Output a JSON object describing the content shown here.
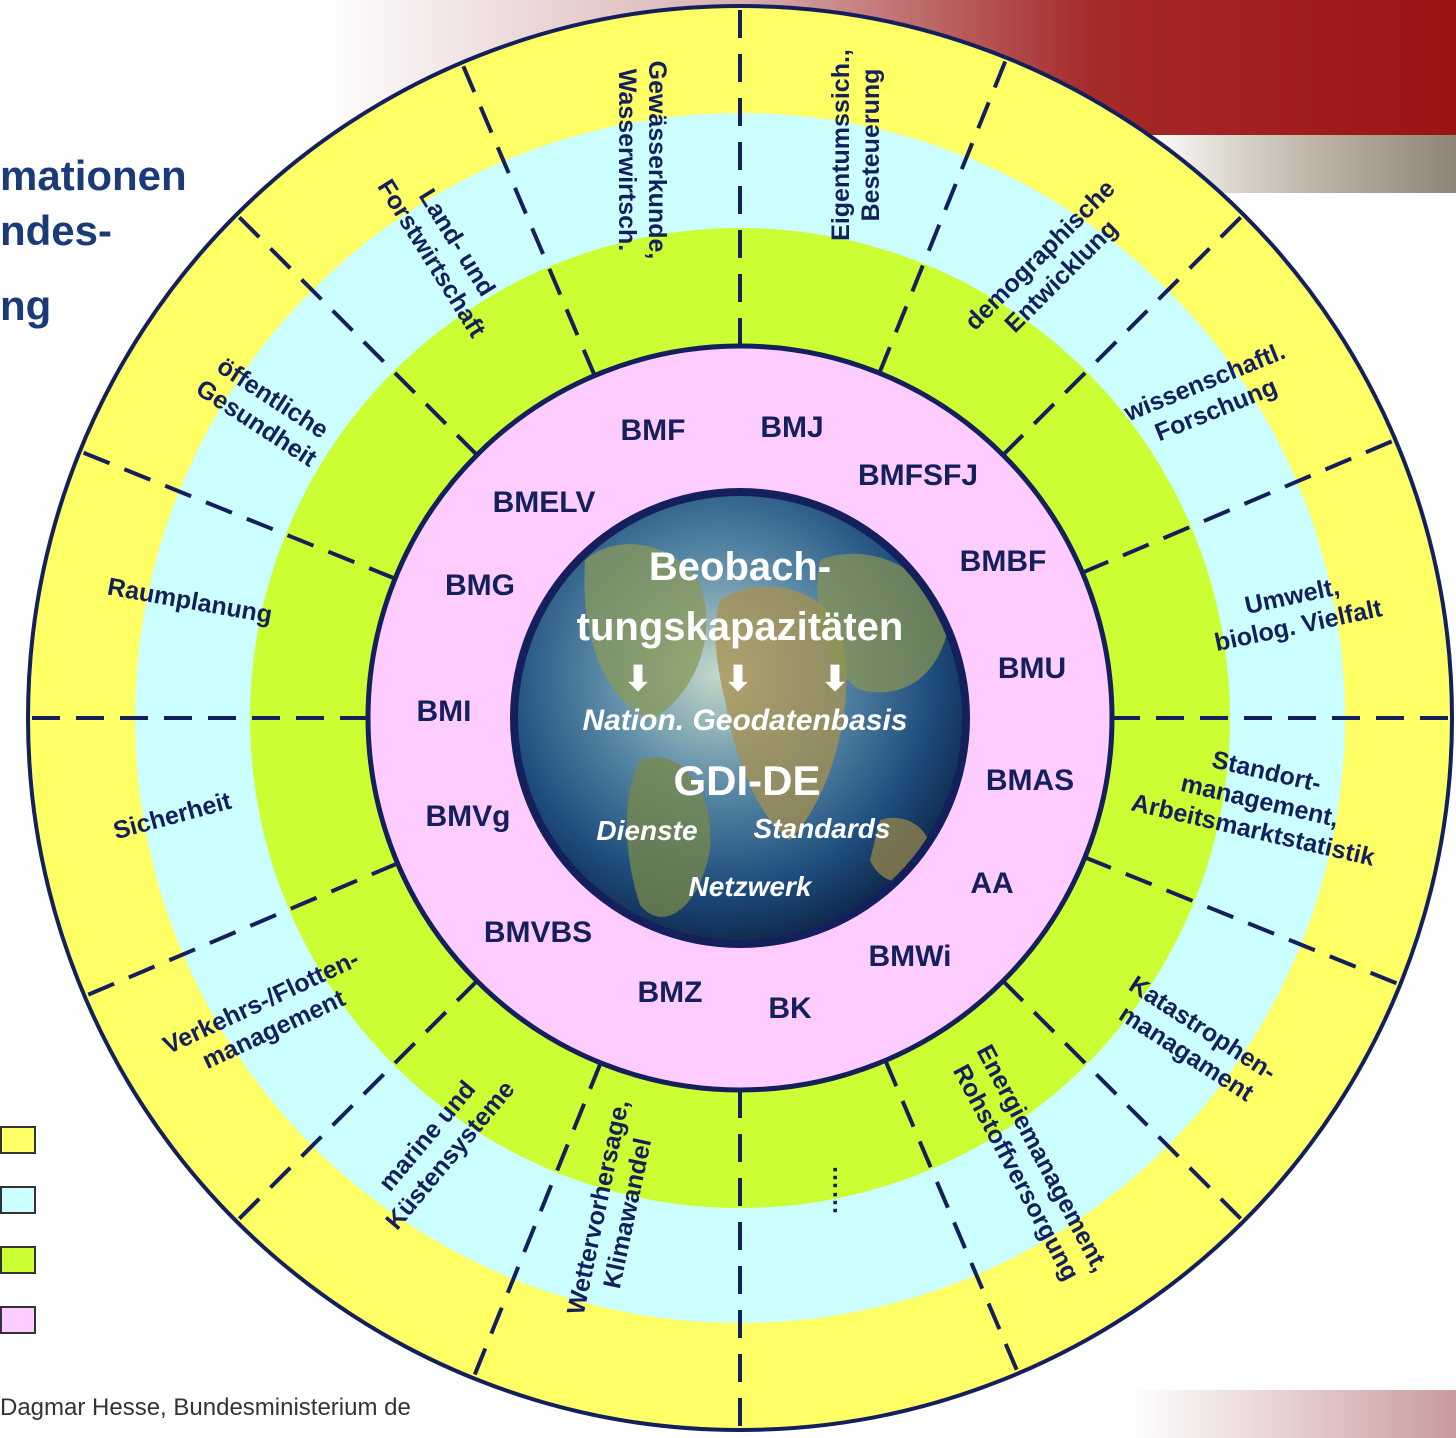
{
  "title_lines": [
    "mationen",
    "ndes-",
    "ng"
  ],
  "footer": "Dagmar Hesse, Bundesministerium de",
  "colors": {
    "outer_ring": "#ffff66",
    "light_blue_ring": "#ccffff",
    "green_ring": "#ccff33",
    "pink_ring": "#ffccff",
    "text": "#14205c",
    "header_red": "#9b1414"
  },
  "legend_colors": [
    "#ffff66",
    "#ccffff",
    "#ccff33",
    "#ffccff"
  ],
  "center": {
    "title1": "Beobach-",
    "title2": "tungskapazitäten",
    "basis": "Nation. Geodatenbasis",
    "gdi": "GDI-DE",
    "dienste": "Dienste",
    "standards": "Standards",
    "netzwerk": "Netzwerk",
    "arrow_glyph": "⬇"
  },
  "ministries": [
    "BMF",
    "BMJ",
    "BMFSFJ",
    "BMBF",
    "BMU",
    "BMAS",
    "AA",
    "BMWi",
    "BK",
    "BMZ",
    "BMVBS",
    "BMVg",
    "BMI",
    "BMG",
    "BMELV"
  ],
  "domains": [
    {
      "lines": [
        "Gewässerkunde,",
        "Wasserwirtsch."
      ]
    },
    {
      "lines": [
        "Eigentumssich.,",
        "Besteuerung"
      ]
    },
    {
      "lines": [
        "demographische",
        "Entwicklung"
      ]
    },
    {
      "lines": [
        "wissenschaftl.",
        "Forschung"
      ]
    },
    {
      "lines": [
        "Umwelt,",
        "biolog. Vielfalt"
      ]
    },
    {
      "lines": [
        "Standort-",
        "management,",
        "Arbeitsmarktstatistik"
      ]
    },
    {
      "lines": [
        "Katastrophen-",
        "managament"
      ]
    },
    {
      "lines": [
        "Energiemanagement,",
        "Rohstoffversorgung"
      ]
    },
    {
      "lines": [
        "……"
      ]
    },
    {
      "lines": [
        "Wettervorhersage,",
        "Klimawandel"
      ]
    },
    {
      "lines": [
        "marine und",
        "Küstensysteme"
      ]
    },
    {
      "lines": [
        "Verkehrs-/Flotten-",
        "management"
      ]
    },
    {
      "lines": [
        "Sicherheit"
      ]
    },
    {
      "lines": [
        "Raumplanung"
      ]
    },
    {
      "lines": [
        "öffentliche",
        "Gesundheit"
      ]
    },
    {
      "lines": [
        "Land- und",
        "Forstwirtschaft"
      ]
    }
  ]
}
